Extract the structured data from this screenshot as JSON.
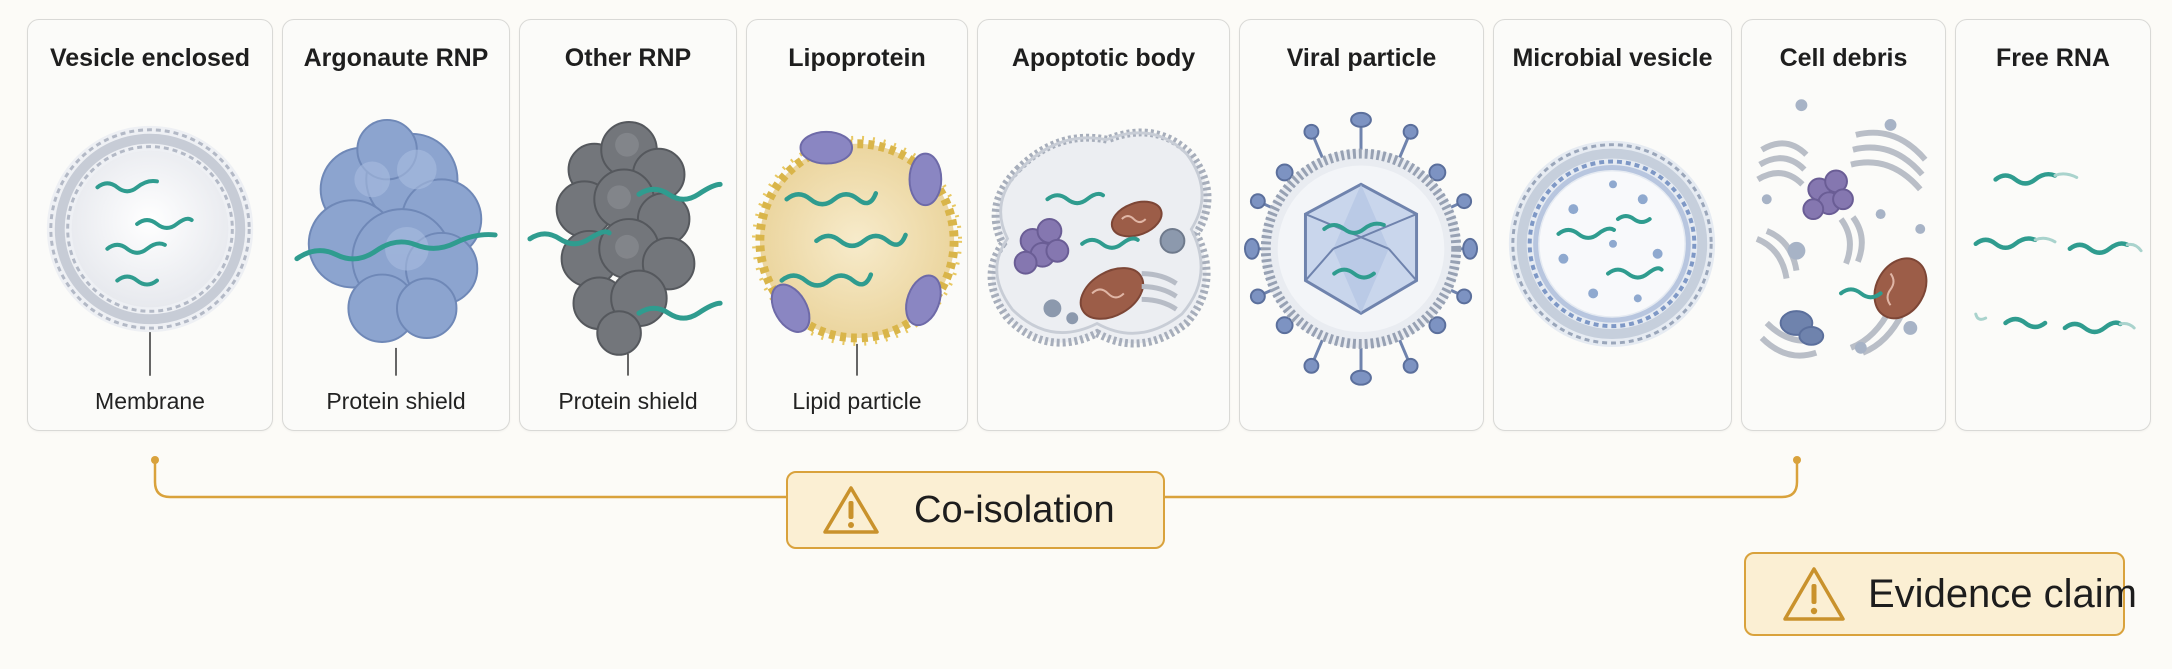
{
  "panels": [
    {
      "title": "Vesicle enclosed",
      "caption": "Membrane"
    },
    {
      "title": "Argonaute RNP",
      "caption": "Protein shield"
    },
    {
      "title": "Other RNP",
      "caption": "Protein shield"
    },
    {
      "title": "Lipoprotein",
      "caption": "Lipid particle"
    },
    {
      "title": "Apoptotic body",
      "caption": ""
    },
    {
      "title": "Viral particle",
      "caption": ""
    },
    {
      "title": "Microbial vesicle",
      "caption": ""
    },
    {
      "title": "Cell debris",
      "caption": ""
    },
    {
      "title": "Free RNA",
      "caption": ""
    }
  ],
  "co_isolation": {
    "label": "Co-isolation"
  },
  "evidence": {
    "label": "Evidence claim"
  },
  "colors": {
    "rna": "#2f9c8f",
    "membrane": "#9aa3b2",
    "argonaute": "#8ca4cf",
    "rnp": "#707378",
    "lipid": "#e8c862",
    "apoprotein": "#8a86c2",
    "mito": "#9c5d48",
    "warning": "#d9a23c",
    "warning_fill": "#fbefd3"
  }
}
